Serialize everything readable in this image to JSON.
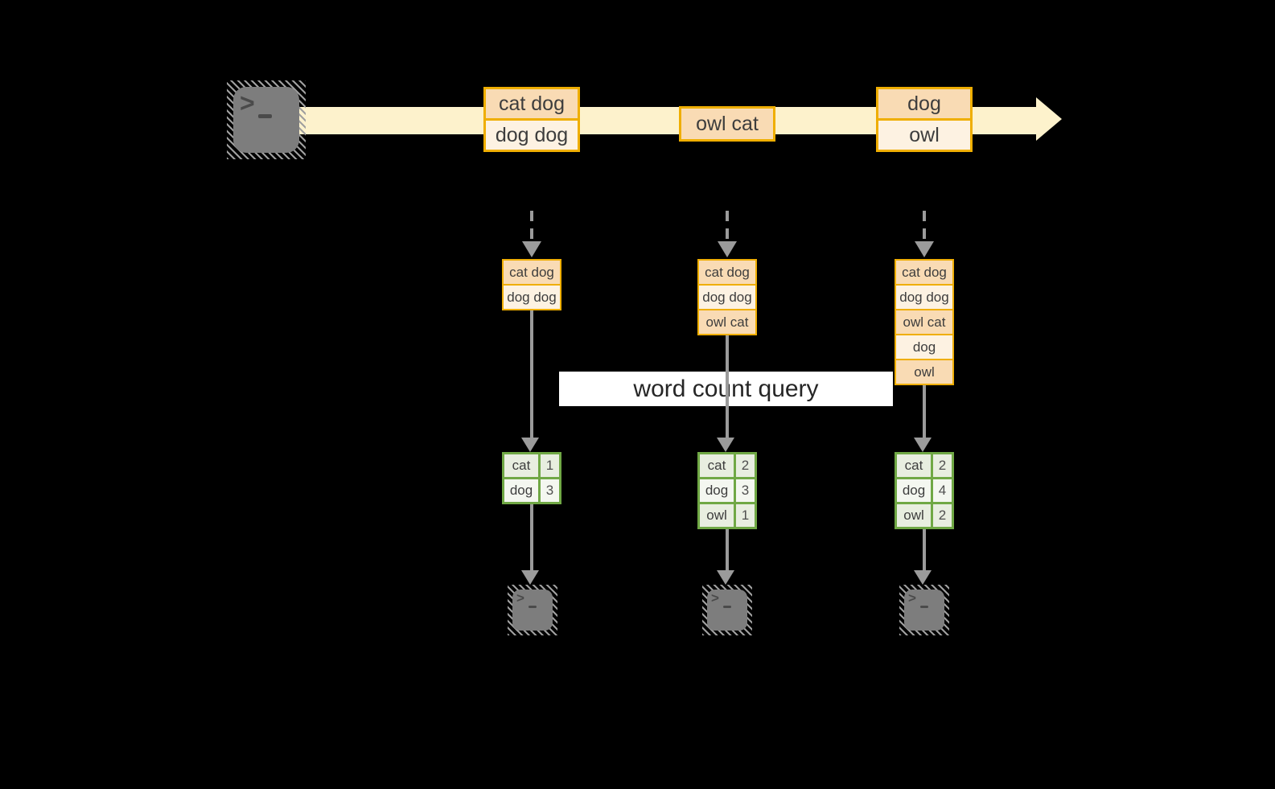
{
  "terminal": {
    "chevron": ">"
  },
  "stream": {
    "events": [
      {
        "rows": [
          "cat dog",
          "dog dog"
        ]
      },
      {
        "rows": [
          "owl cat"
        ]
      },
      {
        "rows": [
          "dog",
          "owl"
        ]
      }
    ]
  },
  "query_label": "word count query",
  "columns": [
    {
      "buffer": [
        "cat dog",
        "dog dog"
      ],
      "counts": [
        {
          "word": "cat",
          "value": "1"
        },
        {
          "word": "dog",
          "value": "3"
        }
      ]
    },
    {
      "buffer": [
        "cat dog",
        "dog dog",
        "owl cat"
      ],
      "counts": [
        {
          "word": "cat",
          "value": "2"
        },
        {
          "word": "dog",
          "value": "3"
        },
        {
          "word": "owl",
          "value": "1"
        }
      ]
    },
    {
      "buffer": [
        "cat dog",
        "dog dog",
        "owl cat",
        "dog",
        "owl"
      ],
      "counts": [
        {
          "word": "cat",
          "value": "2"
        },
        {
          "word": "dog",
          "value": "4"
        },
        {
          "word": "owl",
          "value": "2"
        }
      ]
    }
  ],
  "colors": {
    "bg": "#000000",
    "stream": "#fdf2cc",
    "gold": "#efae00",
    "peach": "#f9dbb4",
    "cream": "#fdf2e2",
    "green": "#70a845",
    "cell_dark": "#e8eee0",
    "cell_light": "#f4f7f0",
    "arrow": "#9b9b9b",
    "terminal": "#7d7d7d",
    "label_bg": "#ffffff",
    "text": "#3d3d3d"
  }
}
